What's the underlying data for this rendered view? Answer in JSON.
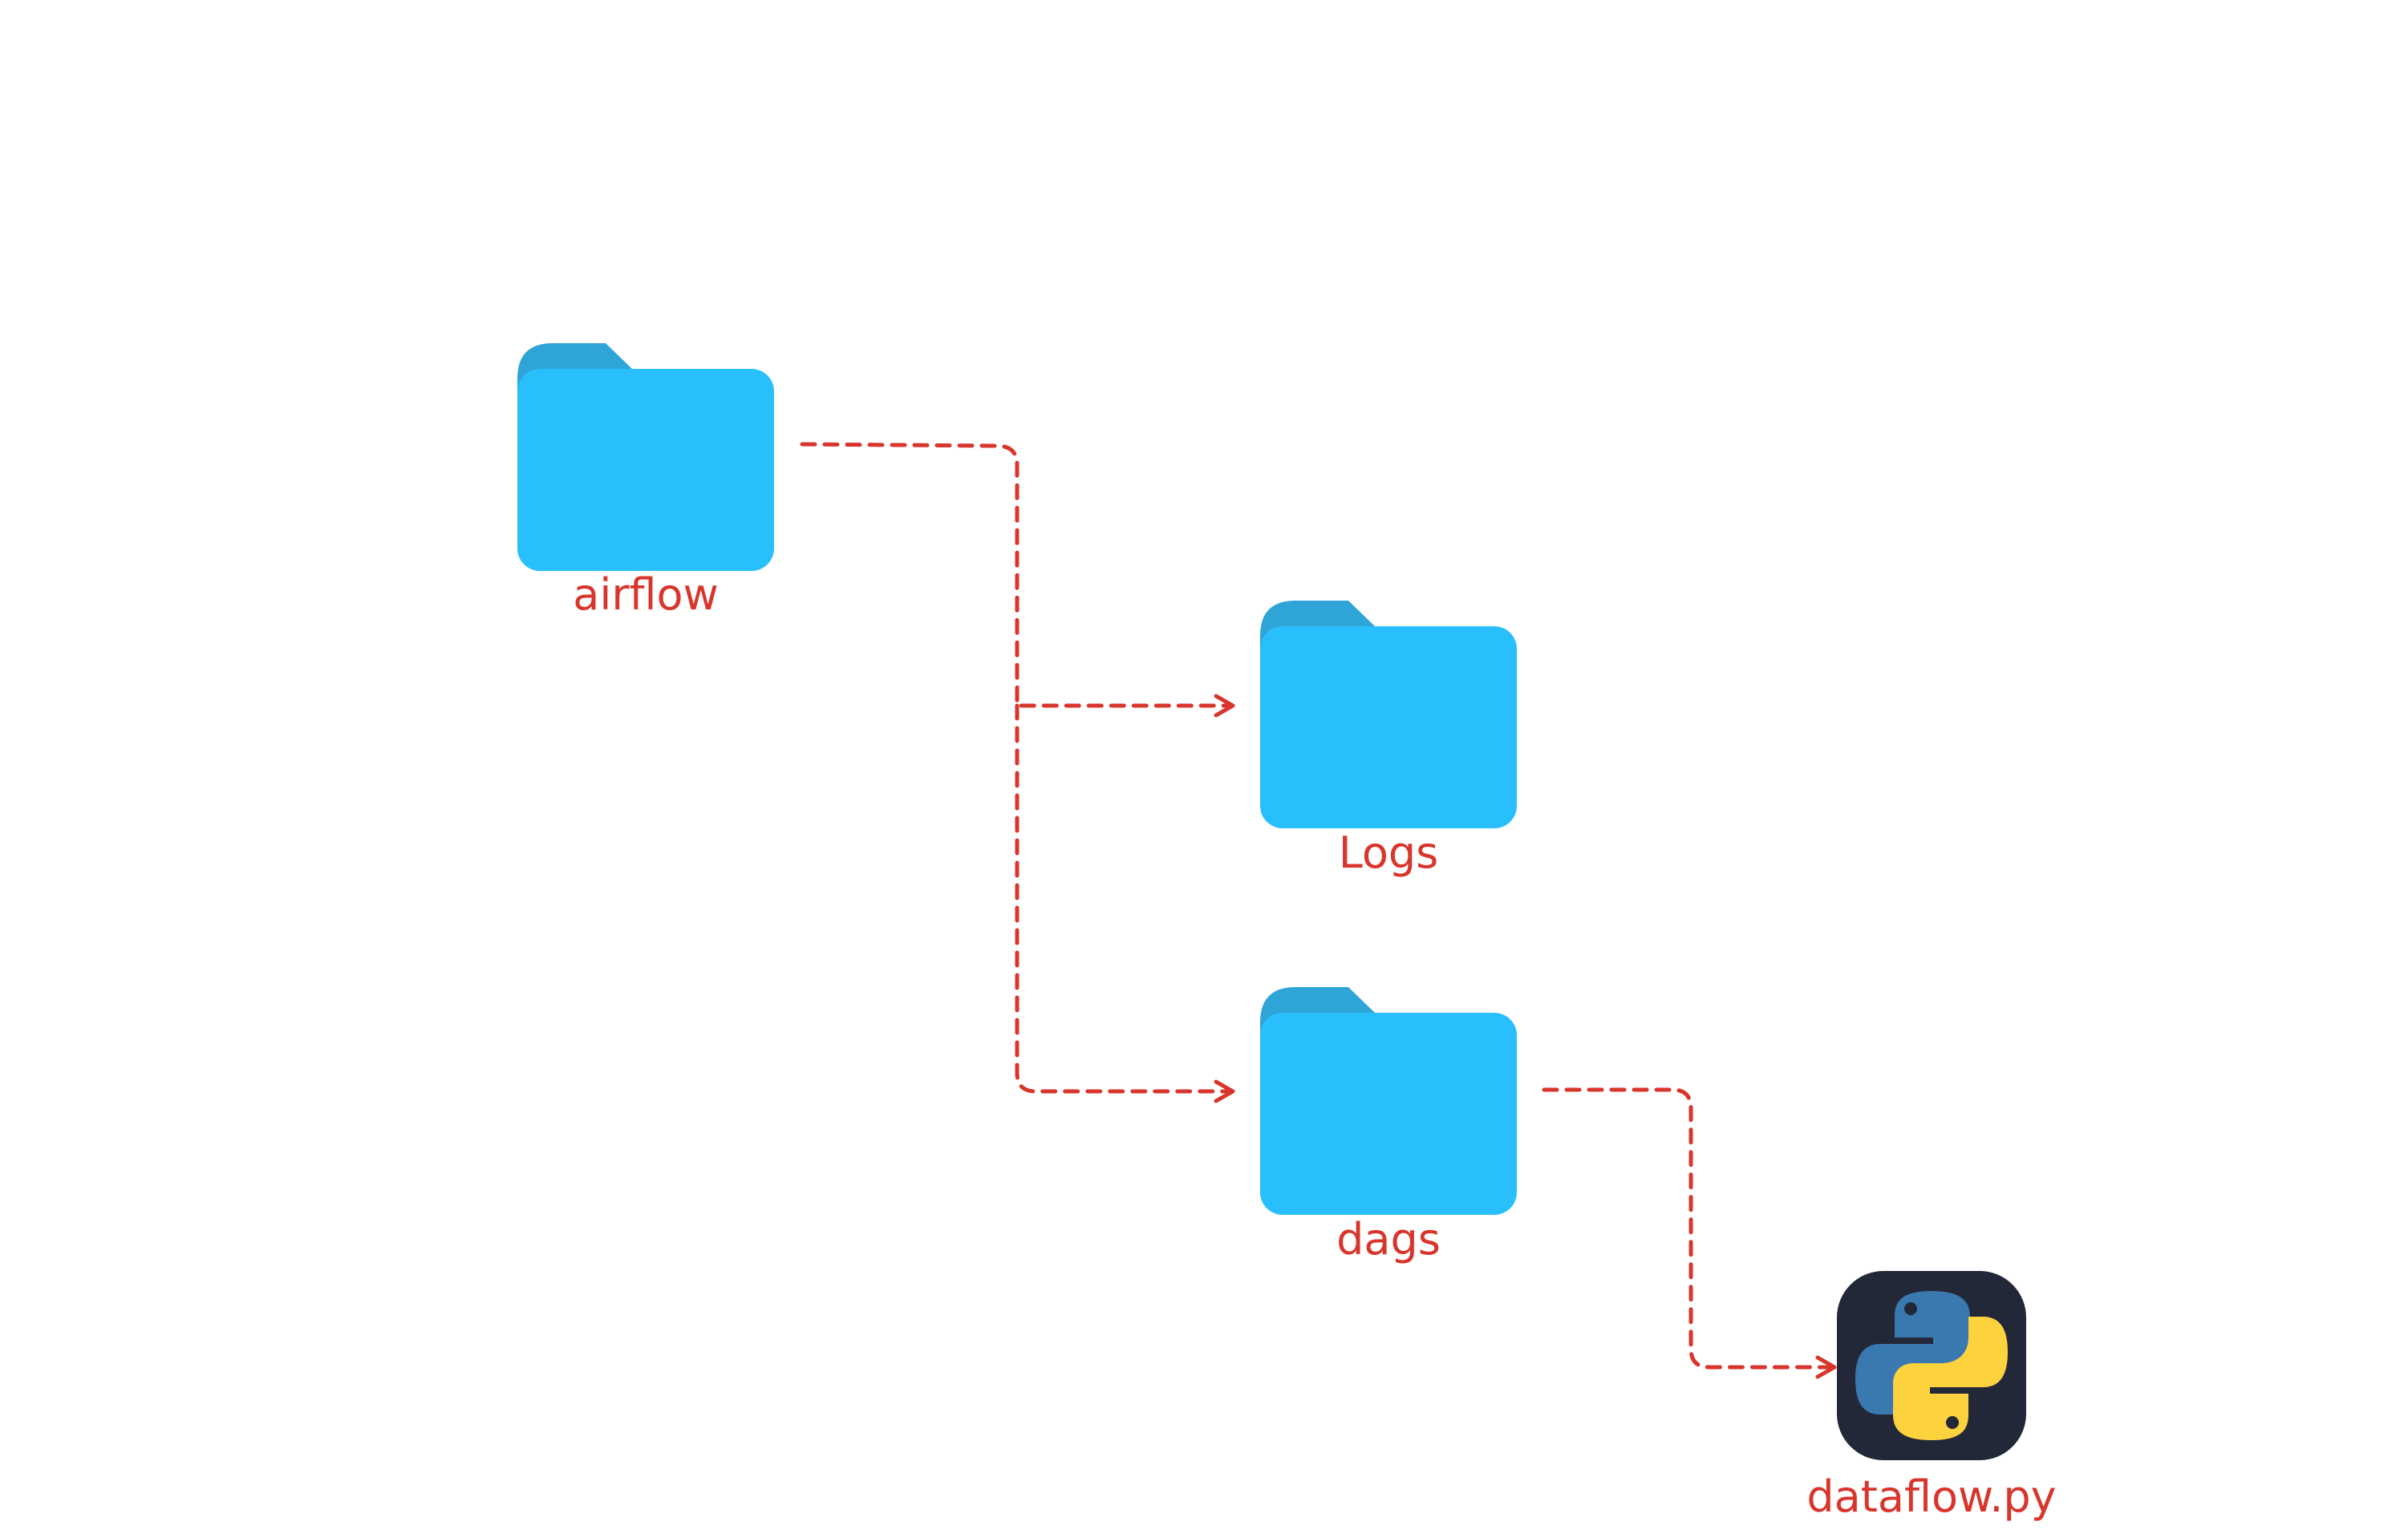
{
  "colors": {
    "label": "#d8352c",
    "connector": "#d8352c",
    "folder_front": "#29bffd",
    "folder_back": "#2fa4d6",
    "python_bg": "#232838",
    "python_blue": "#3a78b0",
    "python_yellow": "#fcd23e"
  },
  "nodes": {
    "airflow": {
      "label": "airflow",
      "icon": "folder-icon"
    },
    "logs": {
      "label": "Logs",
      "icon": "folder-icon"
    },
    "dags": {
      "label": "dags",
      "icon": "folder-icon"
    },
    "dataflow": {
      "label": "dataflow.py",
      "icon": "python-file-icon"
    }
  },
  "edges": [
    {
      "from": "airflow",
      "to": "logs",
      "style": "dashed-arrow"
    },
    {
      "from": "airflow",
      "to": "dags",
      "style": "dashed-arrow"
    },
    {
      "from": "dags",
      "to": "dataflow",
      "style": "dashed-arrow"
    }
  ]
}
